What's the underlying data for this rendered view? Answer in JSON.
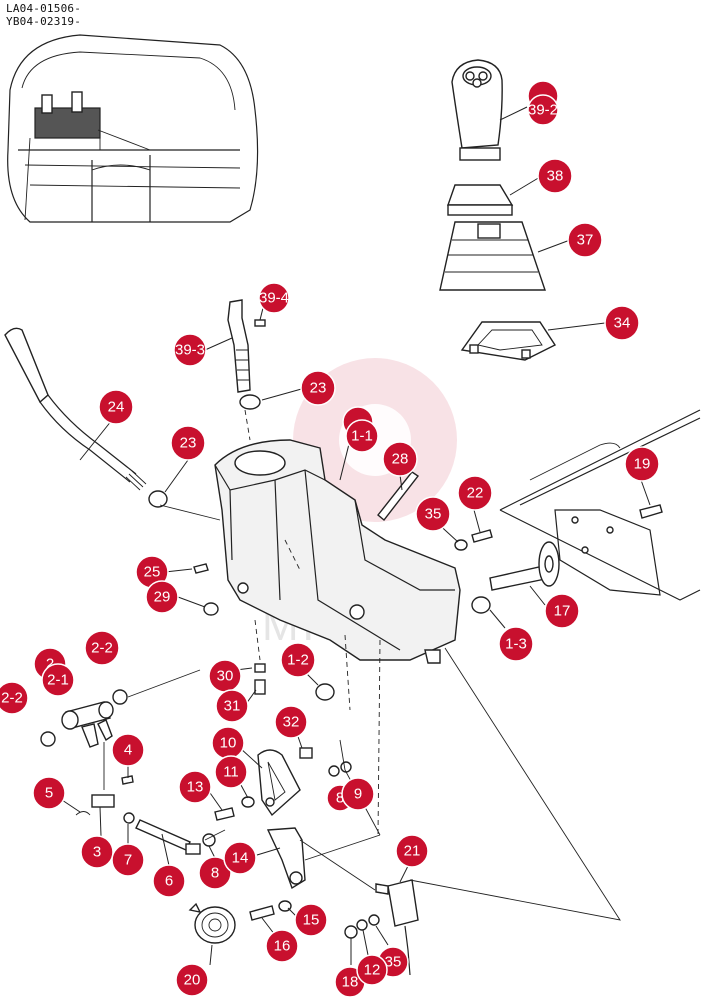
{
  "header": {
    "line1": "LA04-01506-",
    "line2": "YB04-02319-"
  },
  "watermark": "МНПЕХ",
  "colors": {
    "callout": "#c8102e",
    "ink": "#222222"
  },
  "callouts": [
    "39-2",
    "38",
    "37",
    "39-4",
    "39-3",
    "34",
    "23",
    "24",
    "23",
    "1-1",
    "28",
    "19",
    "22",
    "35",
    "25",
    "29",
    "17",
    "1-3",
    "2-2",
    "2",
    "2-1",
    "30",
    "1-2",
    "2-2",
    "31",
    "32",
    "4",
    "10",
    "5",
    "11",
    "13",
    "9",
    "8",
    "3",
    "7",
    "6",
    "8",
    "14",
    "21",
    "15",
    "16",
    "20",
    "18",
    "12",
    "35"
  ]
}
